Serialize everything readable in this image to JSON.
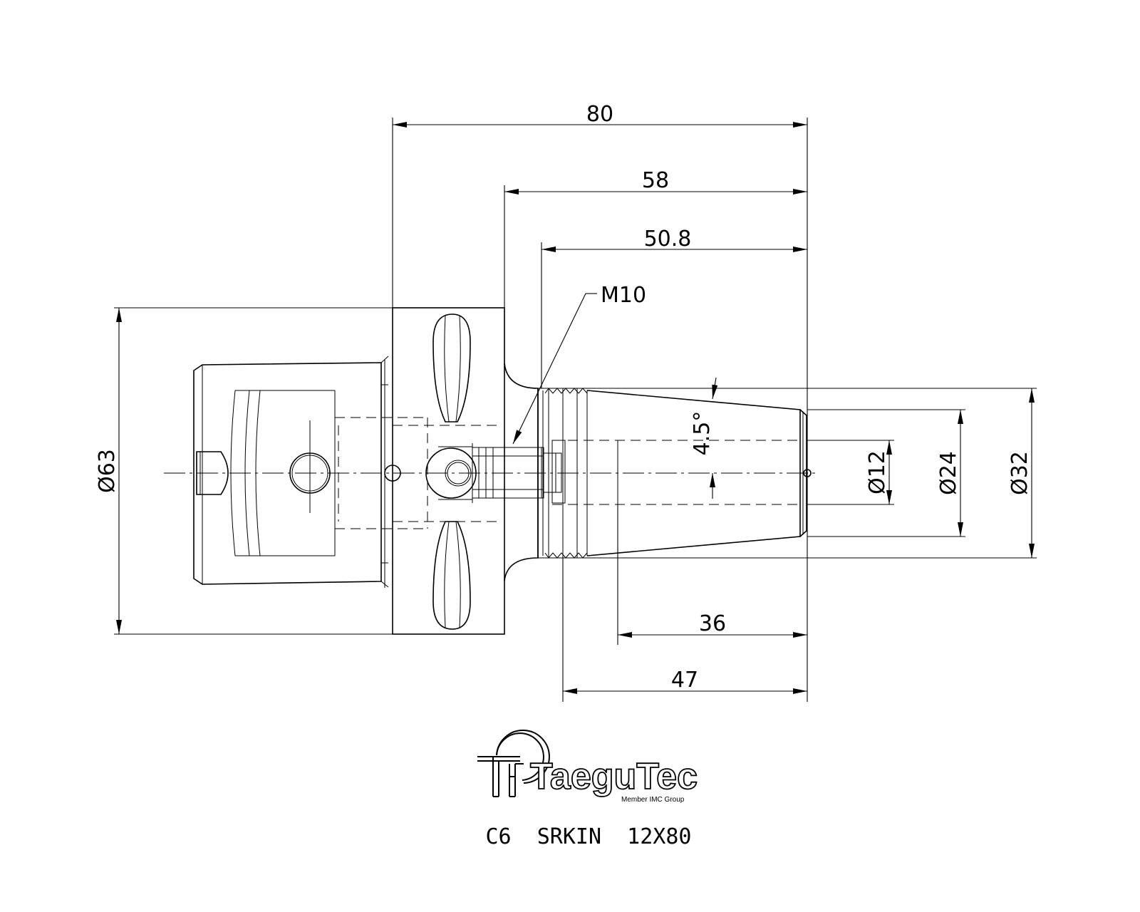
{
  "dimensions": {
    "overall_length": "80",
    "flange_to_end": "58",
    "shank_length": "50.8",
    "thread": "M10",
    "flange_diameter": "Ø63",
    "taper_angle": "4.5°",
    "bore_diameter": "Ø12",
    "tip_diameter": "Ø24",
    "shank_diameter": "Ø32",
    "bore_depth": "36",
    "taper_length": "47"
  },
  "brand": {
    "name": "TaeguTec",
    "tagline": "Member IMC Group"
  },
  "part_number": "C6  SRKIN  12X80"
}
